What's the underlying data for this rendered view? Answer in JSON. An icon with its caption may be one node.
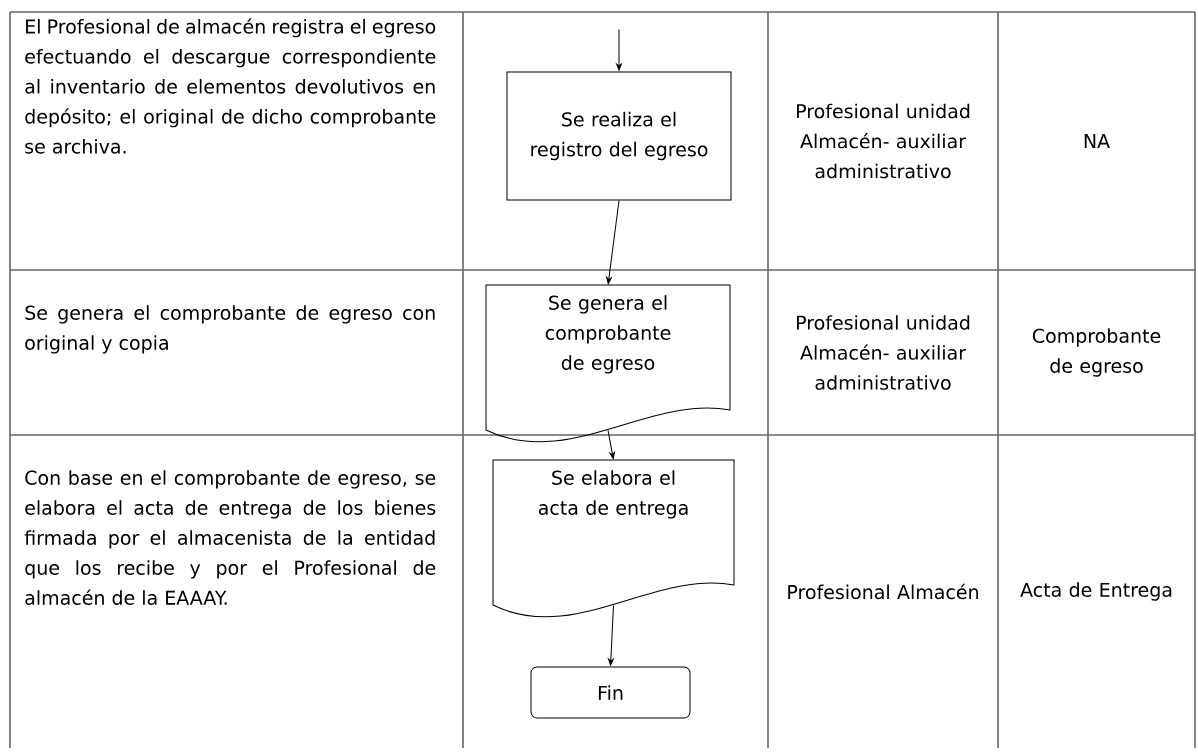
{
  "diagram": {
    "nodes": [
      {
        "text": [
          "Se realiza el registro del egreso"
        ]
      },
      {
        "text": [
          "Se genera el comprobante de egreso"
        ]
      },
      {
        "text": [
          "Se elabora el acta de entrega"
        ]
      },
      {
        "text": [
          "Fin"
        ]
      }
    ],
    "edges": [
      {
        "from": null,
        "to": 0,
        "arrow": "to"
      },
      {
        "from": 0,
        "to": 1,
        "arrow": "to"
      },
      {
        "from": 1,
        "to": 2,
        "arrow": "to"
      },
      {
        "from": 2,
        "to": 3,
        "arrow": "to"
      }
    ],
    "labels": [
      "El Profesional de almacén registra el egreso efectuando el descargue correspondiente al inventario de elementos devolutivos en depósito; el original de dicho comprobante se archiva.",
      "Profesional unidad Almacén- auxiliar administrativo",
      "NA",
      "Se genera el comprobante de egreso con original y copia",
      "Profesional unidad Almacén- auxiliar administrativo",
      "Comprobante de egreso",
      "Con base en el comprobante de egreso, se elabora el acta de entrega de los bienes firmada por el almacenista de la entidad que los recibe y por el Profesional de almacén de la EAAAY.",
      "Profesional Almacén",
      "Acta de Entrega"
    ]
  }
}
